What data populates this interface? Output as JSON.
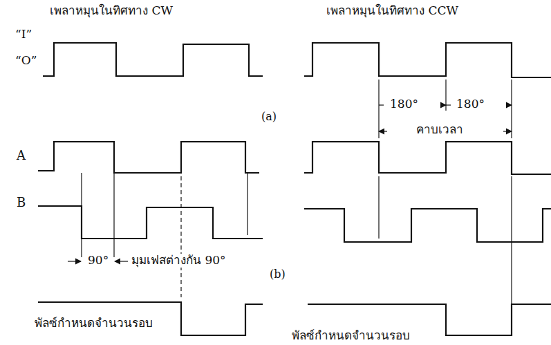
{
  "diagram": {
    "labels": [
      "เพลาหมุนในทิศทาง CW",
      "เพลาหมุนในทิศทาง CCW",
      "“I”",
      "“O”",
      "180°",
      "180°",
      "(a)",
      "คาบเวลา",
      "A",
      "B",
      "90°",
      "มุมเฟสต่างกัน 90°",
      "(b)",
      "พัลซ์กำหนดจำนวนรอบ",
      "พัลซ์กำหนดจำนวนรอบ"
    ]
  }
}
